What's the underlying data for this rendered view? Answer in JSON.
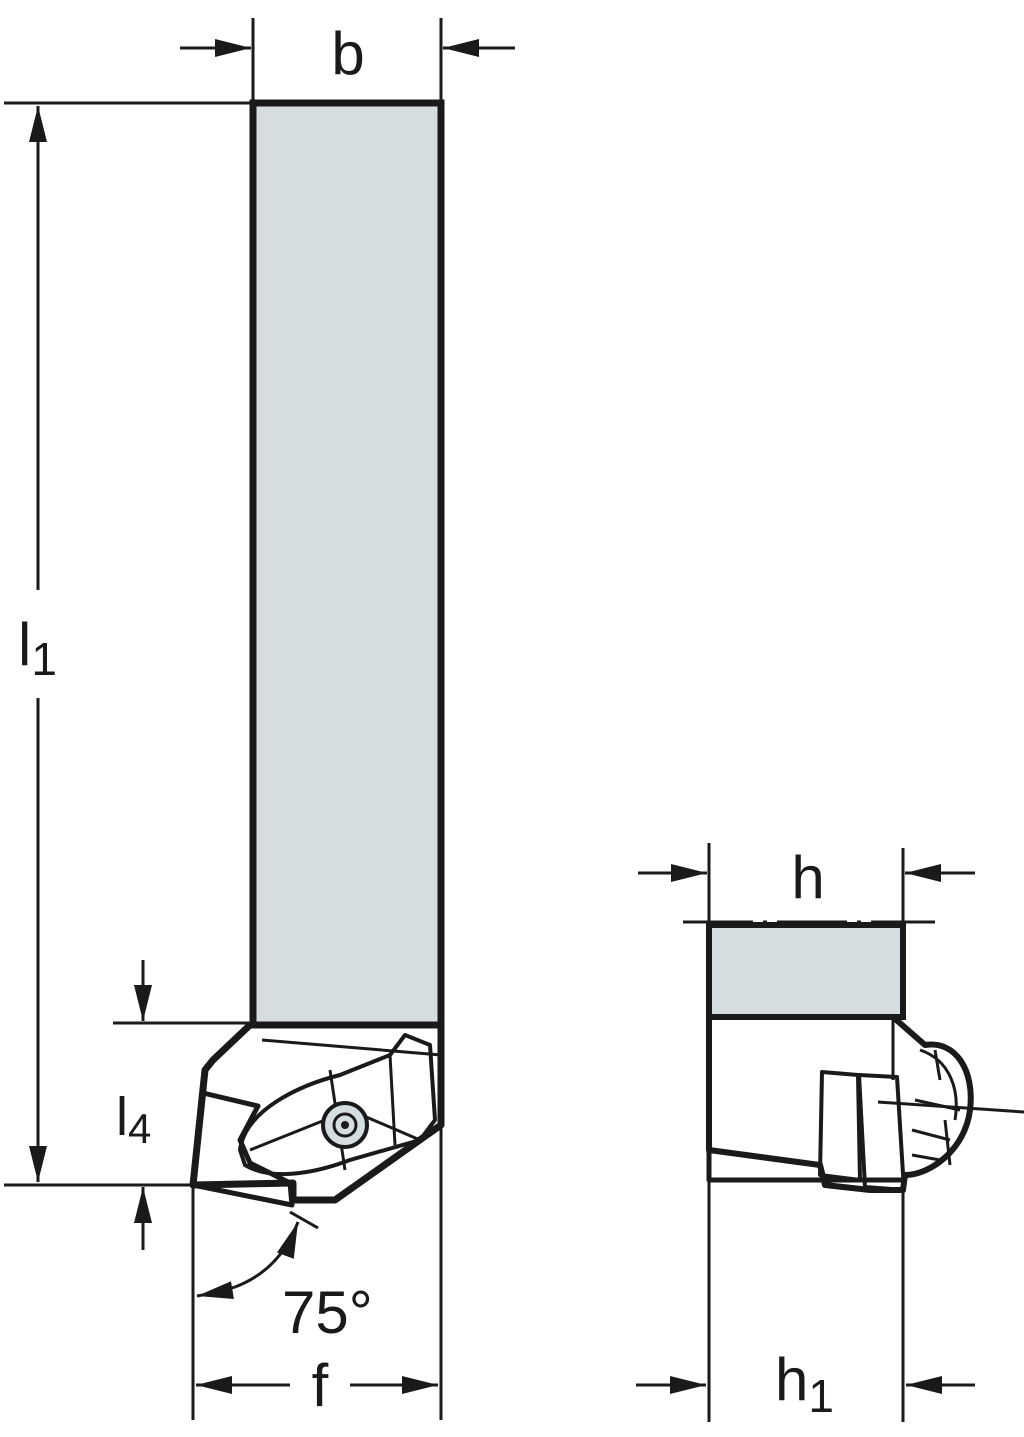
{
  "title": "Turning tool holder dimension drawing",
  "labels": {
    "b": "b",
    "l1_main": "l",
    "l1_sub": "1",
    "l4_main": "l",
    "l4_sub": "4",
    "angle": "75°",
    "f": "f",
    "h": "h",
    "h1_main": "h",
    "h1_sub": "1"
  },
  "colors": {
    "body": "#d5dde0",
    "insert": "#f8d47c",
    "line": "#1a1a1a"
  }
}
